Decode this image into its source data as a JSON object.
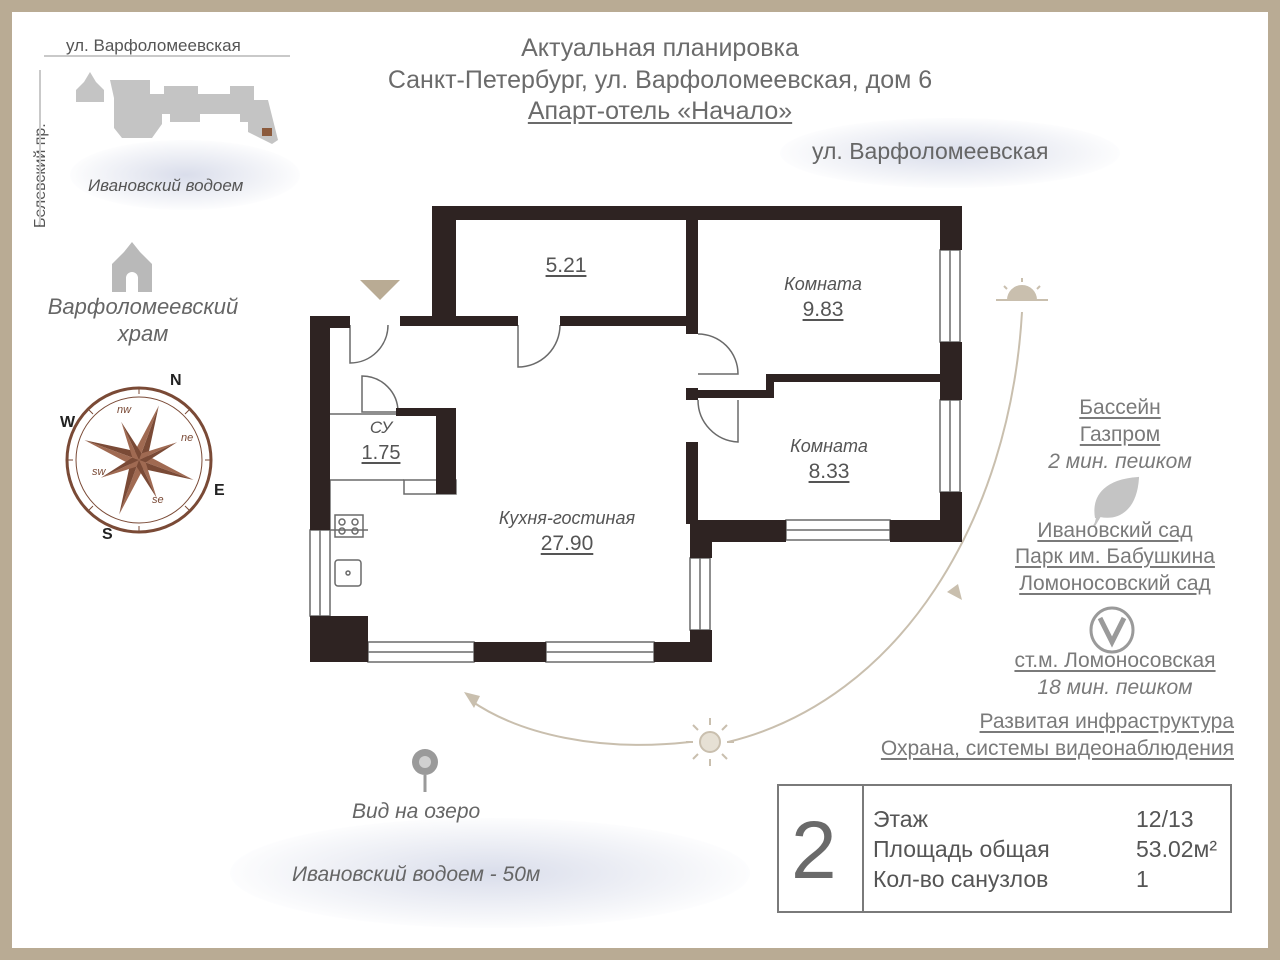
{
  "header": {
    "line1": "Актуальная планировка",
    "line2": "Санкт-Петербург, ул. Варфоломеевская, дом 6",
    "line3": "Апарт-отель «Начало»"
  },
  "street_top": "ул. Варфоломеевская",
  "minimap": {
    "street_top": "ул. Варфоломеевская",
    "street_side": "Белевский пр.",
    "water": "Ивановский водоем"
  },
  "church": {
    "line1": "Варфоломеевский",
    "line2": "храм"
  },
  "compass": {
    "cardinals": {
      "n": "N",
      "e": "E",
      "s": "S",
      "w": "W"
    },
    "inter": {
      "nw": "nw",
      "ne": "ne",
      "se": "se",
      "sw": "sw"
    }
  },
  "rooms": {
    "r1": {
      "area": "5.21"
    },
    "r2": {
      "name": "Комната",
      "area": "9.83"
    },
    "r3": {
      "name": "Комната",
      "area": "8.33"
    },
    "wc": {
      "name": "СУ",
      "area": "1.75"
    },
    "kitchen": {
      "name": "Кухня-гостиная",
      "area": "27.90"
    }
  },
  "amenities": {
    "pool": {
      "line1": "Бассейн",
      "line2": "Газпром",
      "walk": "2 мин. пешком"
    },
    "parks": [
      "Ивановский сад",
      "Парк им. Бабушкина",
      "Ломоносовский сад"
    ],
    "metro": {
      "station": "ст.м. Ломоносовская",
      "walk": "18 мин. пешком"
    },
    "infra": [
      "Развитая инфраструктура",
      "Охрана, системы видеонаблюдения"
    ]
  },
  "lake_view": "Вид на озеро",
  "water_distance": "Ивановский водоем - 50м",
  "info": {
    "rooms_count": "2",
    "rows": [
      {
        "label": "Этаж",
        "value": "12/13"
      },
      {
        "label": "Площадь общая",
        "value": "53.02м²"
      },
      {
        "label": "Кол-во санузлов",
        "value": "1"
      }
    ]
  },
  "colors": {
    "wall": "#2e2322",
    "frame": "#b9ab94",
    "compass": "#7a4a36",
    "door_marker": "#b9ab94"
  }
}
